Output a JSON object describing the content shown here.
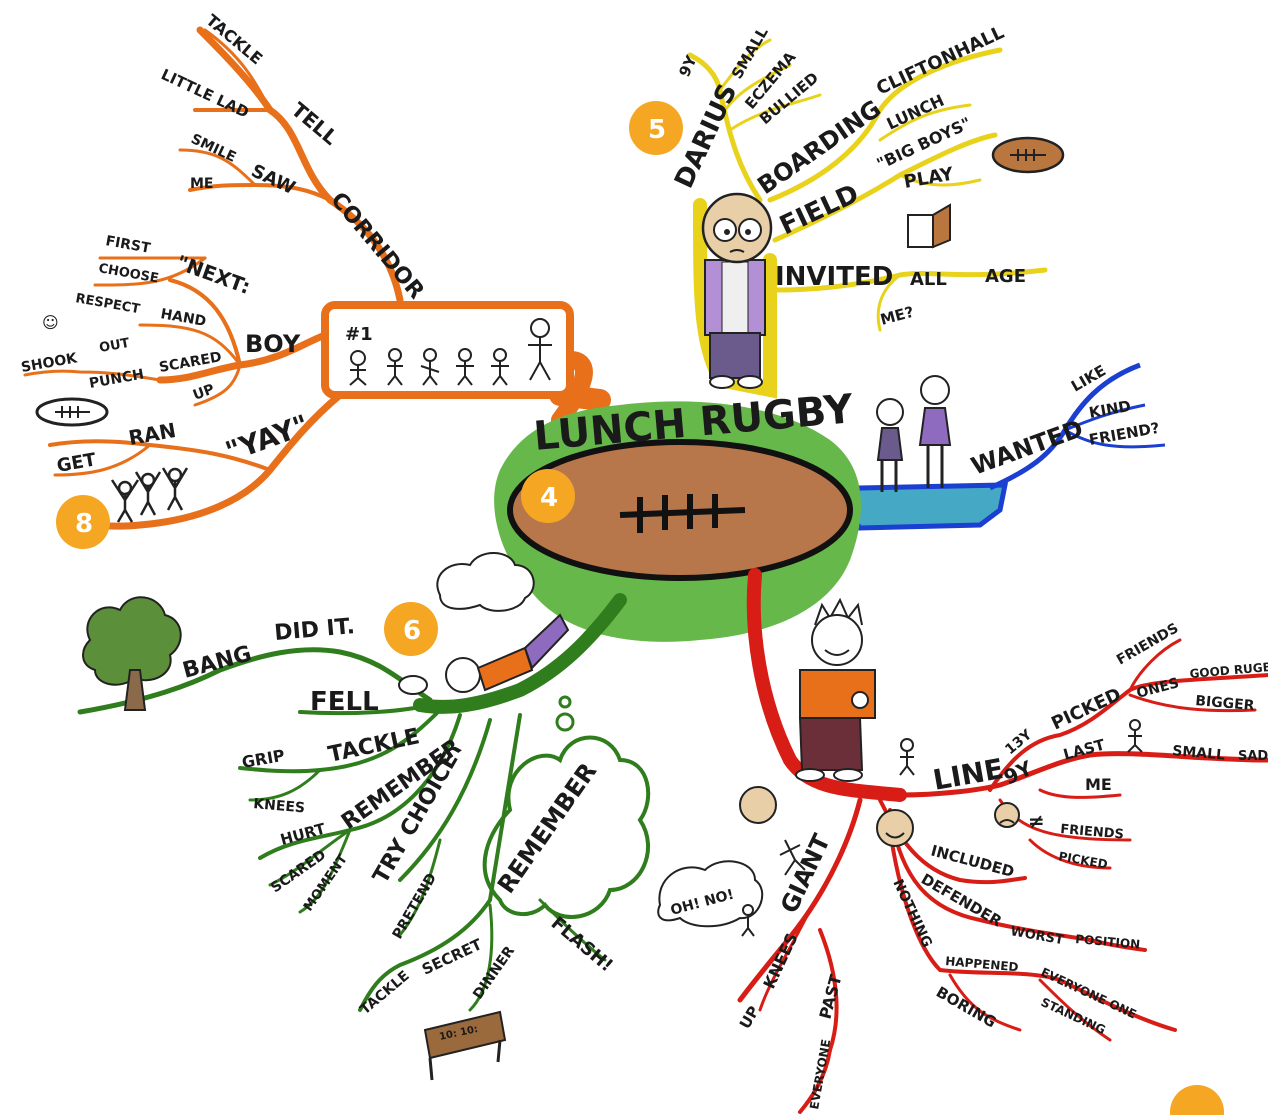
{
  "title": "LUNCH RUGBY",
  "badges": [
    "4",
    "5",
    "6",
    "8"
  ],
  "colors": {
    "orange": "#e8701a",
    "yellow": "#e8d21c",
    "blue": "#1b3fd1",
    "red": "#d81d16",
    "green": "#2f7d1d",
    "ball": "#a3643a",
    "badge": "#f5a623"
  },
  "orange_branch": {
    "corridor": "CORRIDOR",
    "tell": "TELL",
    "tackle": "TACKLE",
    "little_lad": "LITTLE LAD",
    "saw": "SAW",
    "smile": "SMILE",
    "me": "ME",
    "boy": "BOY",
    "next": "\"NEXT:",
    "first": "FIRST",
    "choose": "CHOOSE",
    "hand": "HAND",
    "respect": "RESPECT",
    "smiley": "☺",
    "out": "OUT",
    "shook": "SHOOK",
    "scared": "SCARED",
    "punch": "PUNCH",
    "up": "UP",
    "yay": "\"YAY\"",
    "ran": "RAN",
    "get": "GET",
    "board": "#1"
  },
  "yellow_branch": {
    "darius": "DARIUS",
    "age": "9Y",
    "small": "SMALL",
    "eczema": "ECZEMA",
    "bullied": "BULLIED",
    "boarding": "BOARDING",
    "cliftonhall": "CLIFTONHALL",
    "lunch": "LUNCH",
    "field": "FIELD",
    "big_boys": "\"BIG BOYS\"",
    "play": "PLAY",
    "invited": "INVITED",
    "all": "ALL",
    "age_word": "AGE",
    "me": "ME?"
  },
  "blue_branch": {
    "wanted": "WANTED",
    "like": "LIKE",
    "kind": "KIND",
    "friend": "FRIEND?"
  },
  "green_branch": {
    "did_it": "DID IT.",
    "bang": "BANG",
    "fell": "FELL",
    "tackle": "TACKLE",
    "grip": "GRIP",
    "knees": "KNEES",
    "remember": "REMEMBER",
    "hurt": "HURT",
    "scared": "SCARED",
    "moment": "MOMENT",
    "try_choice": "TRY CHOICE",
    "pretend": "PRETEND",
    "cloud_remember": "REMEMBER",
    "secret": "SECRET",
    "tackle2": "TACKLE",
    "dinner": "DINNER",
    "flash": "FLASH!",
    "table_text": "10: 10:"
  },
  "red_branch": {
    "line": "LINE",
    "age13": "13Y",
    "picked": "PICKED",
    "friends": "FRIENDS",
    "ones": "ONES",
    "good_rugby": "GOOD RUGBY",
    "bigger": "BIGGER",
    "age9": "9Y",
    "last": "LAST",
    "me": "ME",
    "small": "SMALL",
    "sad": "SAD",
    "not_equal": "≠",
    "friends2": "FRIENDS",
    "picked2": "PICKED",
    "included": "INCLUDED",
    "defender": "DEFENDER",
    "worst": "WORST",
    "position": "POSITION",
    "nothing": "NOTHING",
    "happened": "HAPPENED",
    "everyone_one": "EVERYONE ONE",
    "boring": "BORING",
    "standing": "STANDING",
    "giant": "GIANT",
    "knees": "KNEES",
    "up": "UP",
    "past": "PAST",
    "everyone": "EVERYONE",
    "oh_no": "OH! NO!"
  }
}
